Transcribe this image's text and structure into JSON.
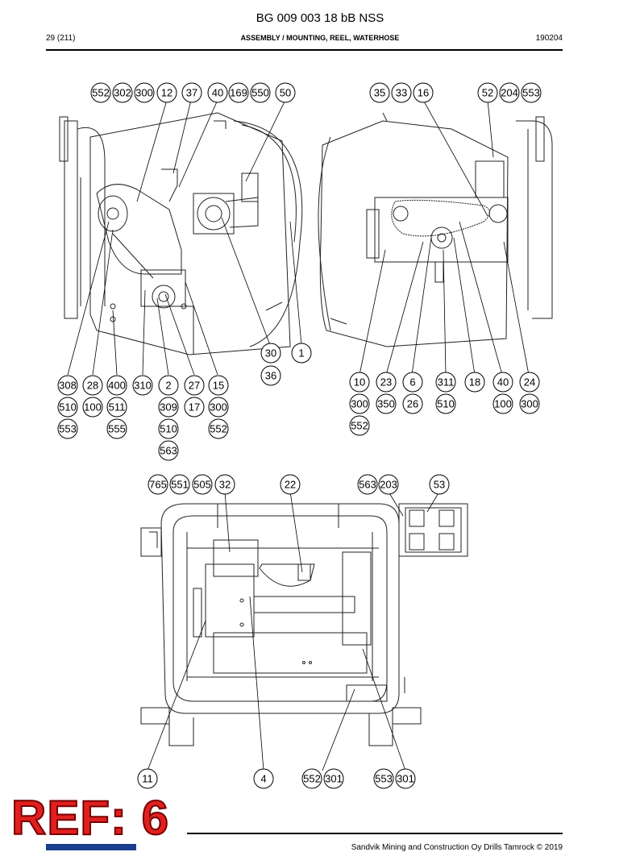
{
  "header": {
    "title": "BG 009 003 18 bB NSS",
    "page": "29 (211)",
    "section": "ASSEMBLY / MOUNTING, REEL, WATERHOSE",
    "code": "190204"
  },
  "callouts": {
    "top_left_row": [
      "552",
      "302",
      "300",
      "12",
      "37",
      "40",
      "169",
      "550",
      "50"
    ],
    "top_right_row": [
      "35",
      "33",
      "16",
      "52",
      "204",
      "553"
    ],
    "mid": [
      "30",
      "36",
      "1"
    ],
    "lower_left_col_308": [
      "308",
      "510",
      "553"
    ],
    "lower_left_col_28": [
      "28",
      "100"
    ],
    "lower_left_col_400": [
      "400",
      "511",
      "555"
    ],
    "lower_left_col_310": [
      "310"
    ],
    "lower_left_col_2": [
      "2",
      "309",
      "510",
      "563"
    ],
    "lower_left_col_27": [
      "27",
      "17"
    ],
    "lower_left_col_15": [
      "15",
      "300",
      "552"
    ],
    "lower_right_col_10": [
      "10",
      "300",
      "552"
    ],
    "lower_right_col_23": [
      "23",
      "350"
    ],
    "lower_right_col_6": [
      "6",
      "26"
    ],
    "lower_right_col_311": [
      "311",
      "510"
    ],
    "lower_right_col_18": [
      "18"
    ],
    "lower_right_col_40": [
      "40",
      "100"
    ],
    "lower_right_col_24": [
      "24",
      "300"
    ],
    "bottom_top_row": [
      "765",
      "551",
      "505",
      "32",
      "22",
      "563",
      "203",
      "53"
    ],
    "bottom_row": [
      "11",
      "4",
      "552",
      "301",
      "553",
      "301"
    ]
  },
  "stamp": "REF: 6",
  "footer": "Sandvik Mining and Construction Oy Drills Tamrock © 2019"
}
